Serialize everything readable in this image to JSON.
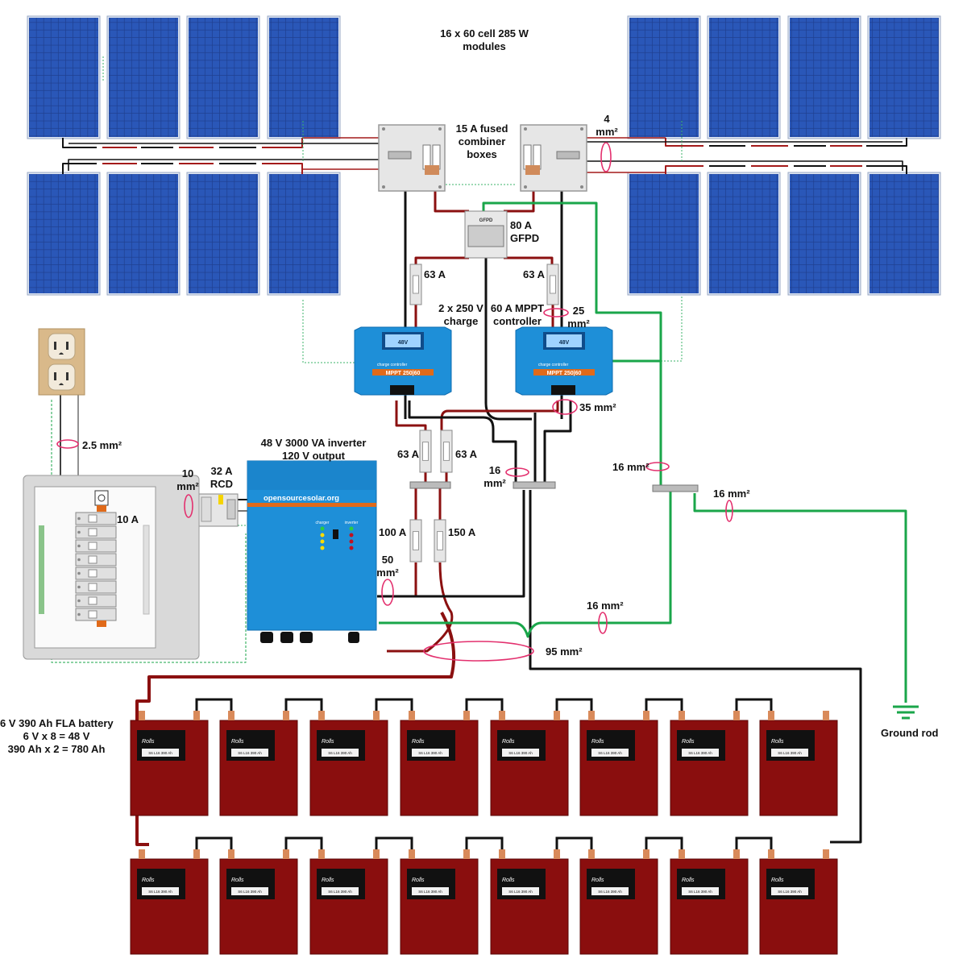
{
  "labels": {
    "modules": [
      "16 x 60 cell 285 W",
      "modules"
    ],
    "combiner": [
      "15 A fused",
      "combiner",
      "boxes"
    ],
    "wire_4": [
      "4",
      "mm²"
    ],
    "gfpd": [
      "80 A",
      "GFPD"
    ],
    "gfpd_plate": "GFPD",
    "breaker_63_left": "63 A",
    "breaker_63_right": "63 A",
    "mppt_left": [
      "2 x 250 V",
      "charge"
    ],
    "mppt_right": [
      "60 A MPPT",
      "controller"
    ],
    "wire_25": [
      "25",
      "mm²"
    ],
    "wire_35": "35 mm²",
    "wire_2_5": "2.5 mm²",
    "inverter_title": [
      "48 V 3000 VA inverter",
      "120 V output"
    ],
    "wire_10": [
      "10",
      "mm²"
    ],
    "rcd": [
      "32 A",
      "RCD"
    ],
    "main_breaker": "10 A",
    "bus_63_left": "63 A",
    "bus_63_right": "63 A",
    "wire_16_neg": [
      "16",
      "mm²"
    ],
    "wire_16_ground": "16 mm²",
    "wire_16_rod": "16 mm²",
    "wire_16_inv": "16 mm²",
    "breaker_100": "100 A",
    "breaker_150": "150 A",
    "wire_50": [
      "50",
      "mm²"
    ],
    "wire_95": "95 mm²",
    "battery_info": [
      "6 V 390 Ah FLA battery",
      "6 V x 8 = 48 V",
      "390 Ah x 2 = 780 Ah"
    ],
    "ground_rod": "Ground rod",
    "inverter_brand": "opensourcesolar.org",
    "inverter_charger": "charger",
    "inverter_inverter": "inverter",
    "mppt_display": "48V",
    "mppt_model": "MPPT 250|60",
    "mppt_sub": "charge controller",
    "battery_brand": "Rolls",
    "battery_model": "S6 L16 390 Ah"
  },
  "colors": {
    "panel": "#1f3f8f",
    "battery": "#8a0e0e",
    "wire_pos": "#8b1010",
    "wire_neg": "#111111",
    "wire_ground": "#1aa64a",
    "device_blue": "#1e8fd8",
    "meter_pink": "#e3306e"
  },
  "icons": [
    "duplex-outlet-icon",
    "ground-symbol-icon",
    "breaker-icon",
    "bus-bar-icon"
  ],
  "battery_bank": {
    "rows": 2,
    "per_row": 8
  },
  "solar_array": {
    "modules": 16,
    "per_quadrant": 4
  }
}
